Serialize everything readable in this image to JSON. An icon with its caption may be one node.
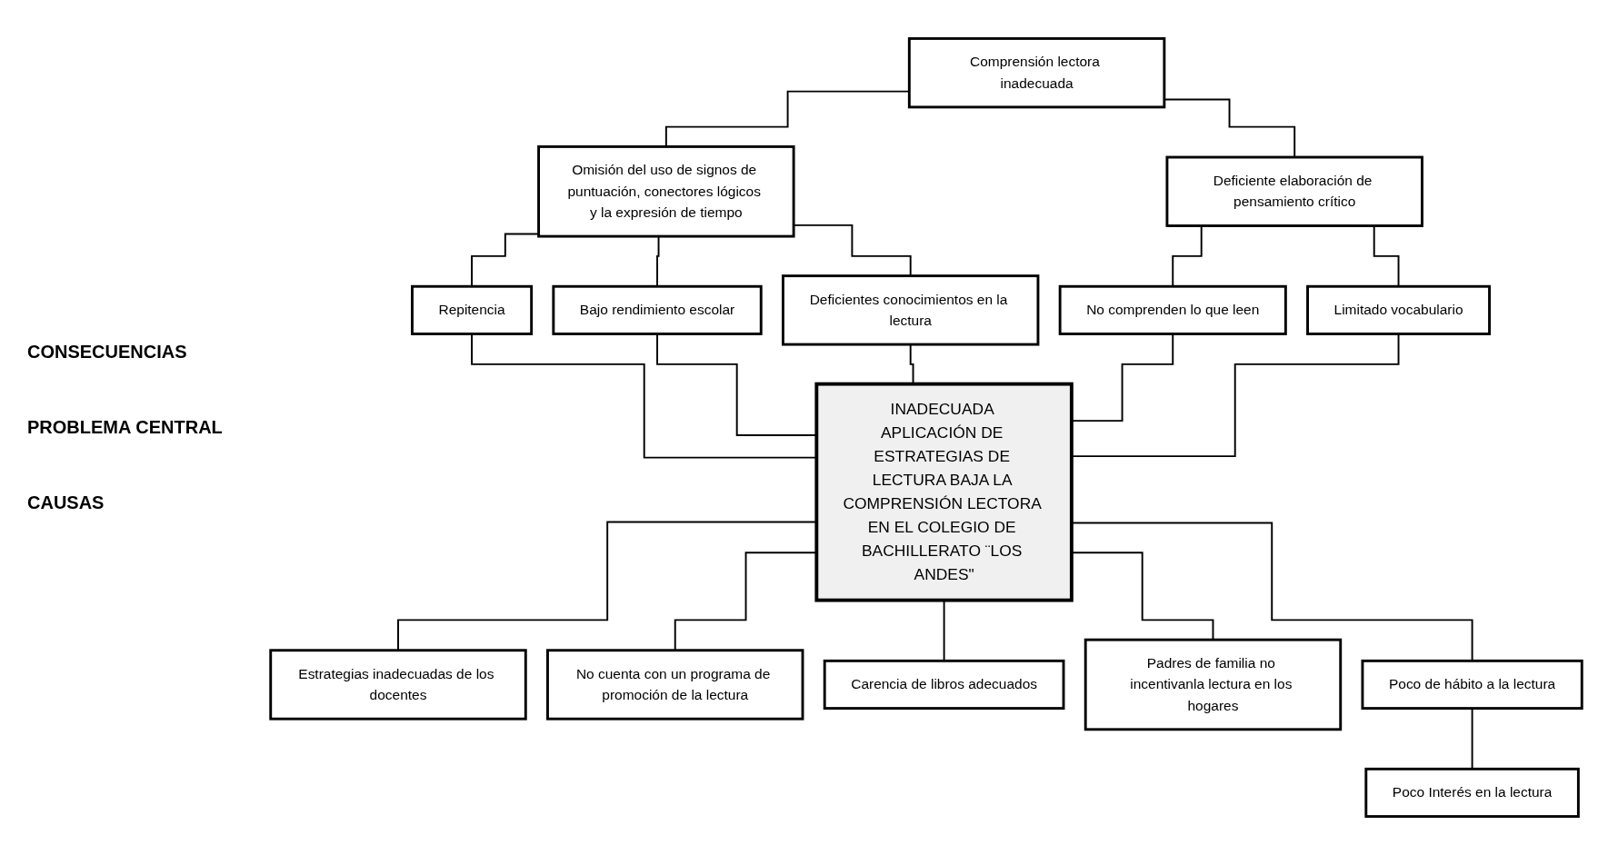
{
  "diagram": {
    "nodes": [
      {
        "text": [
          "Comprensión lectora inadecuada"
        ]
      },
      {
        "text": [
          "Omisión del uso de signos de puntuación, conectores lógicos y la expresión de tiempo"
        ]
      },
      {
        "text": [
          "Deficiente elaboración de pensamiento crítico"
        ]
      },
      {
        "text": [
          "Repitencia"
        ]
      },
      {
        "text": [
          "Bajo rendimiento escolar"
        ]
      },
      {
        "text": [
          "Deficientes conocimientos en la lectura"
        ]
      },
      {
        "text": [
          "No comprenden lo que leen"
        ]
      },
      {
        "text": [
          "Limitado vocabulario"
        ]
      },
      {
        "text": [
          "INADECUADA APLICACIÓN DE ESTRATEGIAS DE LECTURA BAJA LA COMPRENSIÓN LECTORA EN EL COLEGIO DE BACHILLERATO ¨LOS ANDES\""
        ]
      },
      {
        "text": [
          "Estrategias inadecuadas de los docentes"
        ]
      },
      {
        "text": [
          "No cuenta con un programa de promoción de la lectura"
        ]
      },
      {
        "text": [
          "Carencia de libros adecuados"
        ]
      },
      {
        "text": [
          "Padres de familia no incentivanla lectura en los hogares"
        ]
      },
      {
        "text": [
          "Poco de hábito a la lectura"
        ]
      },
      {
        "text": [
          "Poco Interés en la lectura"
        ]
      }
    ],
    "edges": [
      {
        "from": 0,
        "to": 1,
        "arrow": "none"
      },
      {
        "from": 0,
        "to": 2,
        "arrow": "none"
      },
      {
        "from": 1,
        "to": 3,
        "arrow": "none"
      },
      {
        "from": 1,
        "to": 4,
        "arrow": "none"
      },
      {
        "from": 1,
        "to": 5,
        "arrow": "none"
      },
      {
        "from": 2,
        "to": 6,
        "arrow": "none"
      },
      {
        "from": 2,
        "to": 7,
        "arrow": "none"
      },
      {
        "from": 3,
        "to": 8,
        "arrow": "none"
      },
      {
        "from": 4,
        "to": 8,
        "arrow": "none"
      },
      {
        "from": 5,
        "to": 8,
        "arrow": "none"
      },
      {
        "from": 6,
        "to": 8,
        "arrow": "none"
      },
      {
        "from": 7,
        "to": 8,
        "arrow": "none"
      },
      {
        "from": 8,
        "to": 9,
        "arrow": "none"
      },
      {
        "from": 8,
        "to": 10,
        "arrow": "none"
      },
      {
        "from": 8,
        "to": 11,
        "arrow": "none"
      },
      {
        "from": 8,
        "to": 12,
        "arrow": "none"
      },
      {
        "from": 8,
        "to": 13,
        "arrow": "none"
      },
      {
        "from": 13,
        "to": 14,
        "arrow": "none"
      }
    ],
    "labels": [
      "CONSECUENCIAS",
      "PROBLEMA CENTRAL",
      "CAUSAS"
    ]
  }
}
